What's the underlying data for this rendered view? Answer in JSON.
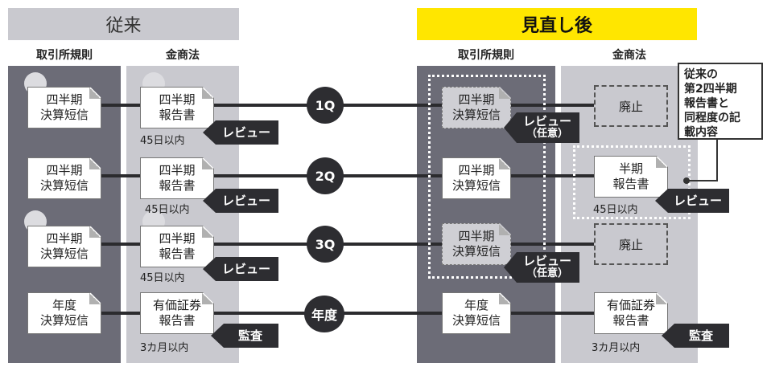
{
  "headers": {
    "before": "従来",
    "after": "見直し後",
    "exchange_rule": "取引所規則",
    "fiea": "金商法"
  },
  "quarters": [
    {
      "label": "1Q",
      "old_tanshin": [
        "四半期",
        "決算短信"
      ],
      "old_report": [
        "四半期",
        "報告書"
      ],
      "old_badge": "レビュー",
      "old_note": "45日以内",
      "new_tanshin": [
        "四半期",
        "決算短信"
      ],
      "new_badge": "レビュー",
      "new_badge_sub": "（任意）",
      "new_report": "廃止"
    },
    {
      "label": "2Q",
      "old_tanshin": [
        "四半期",
        "決算短信"
      ],
      "old_report": [
        "四半期",
        "報告書"
      ],
      "old_badge": "レビュー",
      "old_note": "45日以内",
      "new_tanshin": [
        "四半期",
        "決算短信"
      ],
      "new_report_lines": [
        "半期",
        "報告書"
      ],
      "new_badge": "レビュー",
      "new_note": "45日以内"
    },
    {
      "label": "3Q",
      "old_tanshin": [
        "四半期",
        "決算短信"
      ],
      "old_report": [
        "四半期",
        "報告書"
      ],
      "old_badge": "レビュー",
      "old_note": "45日以内",
      "new_tanshin": [
        "四半期",
        "決算短信"
      ],
      "new_badge": "レビュー",
      "new_badge_sub": "（任意）",
      "new_report": "廃止"
    },
    {
      "label": "年度",
      "old_tanshin": [
        "年度",
        "決算短信"
      ],
      "old_report": [
        "有価証券",
        "報告書"
      ],
      "old_badge": "監査",
      "old_note": "3カ月以内",
      "new_tanshin": [
        "年度",
        "決算短信"
      ],
      "new_report_lines": [
        "有価証券",
        "報告書"
      ],
      "new_badge": "監査",
      "new_note": "3カ月以内"
    }
  ],
  "callout": [
    "従来の",
    "第2四半期",
    "報告書と",
    "同程度の記",
    "載内容"
  ],
  "colors": {
    "yellow": "#ffe600",
    "dark": "#6c6c77",
    "light": "#c9c9cf",
    "badge": "#2d2d31"
  }
}
